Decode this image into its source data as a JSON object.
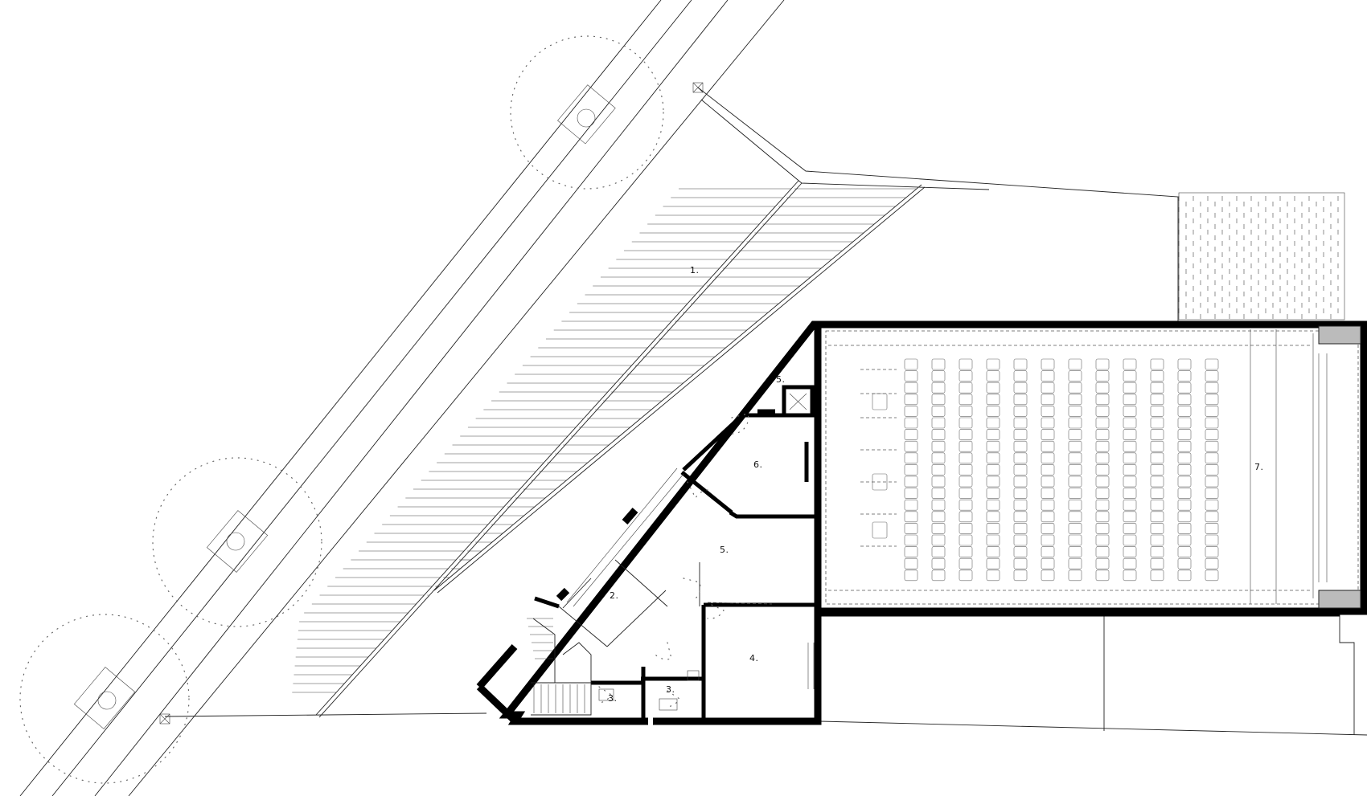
{
  "rooms": {
    "r1": "1.",
    "r2": "2.",
    "r3a": "3.",
    "r3b": "3.",
    "r4": "4.",
    "r5a": "5.",
    "r5b": "5.",
    "r6": "6.",
    "r7": "7."
  },
  "seating": {
    "columns": 12,
    "rows": 19
  }
}
